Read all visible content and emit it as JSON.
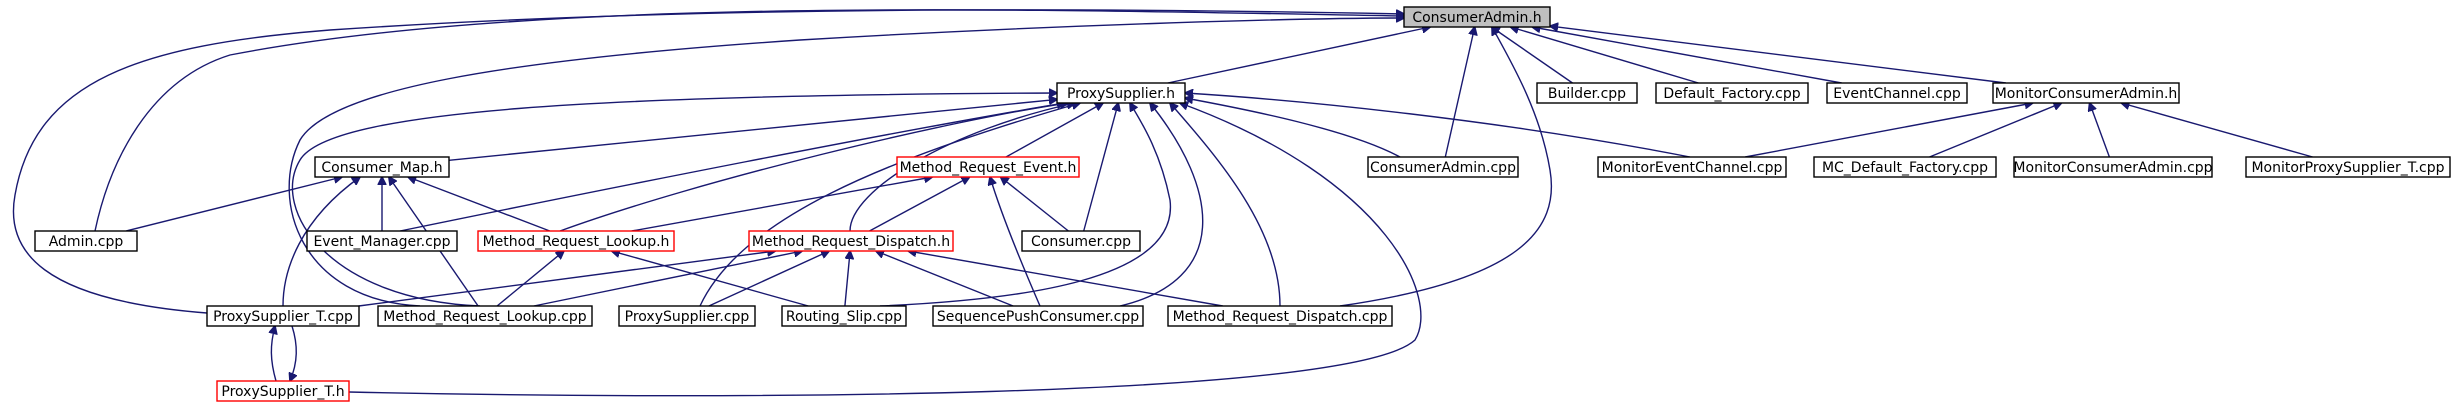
{
  "colors": {
    "edge": "#191970",
    "root_fill": "#bfbfbf",
    "incomplete_border": "#ff0000"
  },
  "nodes": [
    {
      "id": "consumeradmin_h",
      "label": "ConsumerAdmin.h",
      "root": true
    },
    {
      "id": "proxysupplier_h",
      "label": "ProxySupplier.h"
    },
    {
      "id": "builder_cpp",
      "label": "Builder.cpp"
    },
    {
      "id": "default_factory_cpp",
      "label": "Default_Factory.cpp"
    },
    {
      "id": "eventchannel_cpp",
      "label": "EventChannel.cpp"
    },
    {
      "id": "monitorconsumeradmin_h",
      "label": "MonitorConsumerAdmin.h"
    },
    {
      "id": "consumer_map_h",
      "label": "Consumer_Map.h"
    },
    {
      "id": "method_request_event_h",
      "label": "Method_Request_Event.h",
      "incomplete": true
    },
    {
      "id": "consumeradmin_cpp",
      "label": "ConsumerAdmin.cpp"
    },
    {
      "id": "monitoreventchannel_cpp",
      "label": "MonitorEventChannel.cpp"
    },
    {
      "id": "mc_default_factory_cpp",
      "label": "MC_Default_Factory.cpp"
    },
    {
      "id": "monitorconsumeradmin_cpp",
      "label": "MonitorConsumerAdmin.cpp"
    },
    {
      "id": "monitorproxysupplier_t_cpp",
      "label": "MonitorProxySupplier_T.cpp"
    },
    {
      "id": "admin_cpp",
      "label": "Admin.cpp"
    },
    {
      "id": "event_manager_cpp",
      "label": "Event_Manager.cpp"
    },
    {
      "id": "method_request_lookup_h",
      "label": "Method_Request_Lookup.h",
      "incomplete": true
    },
    {
      "id": "method_request_dispatch_h",
      "label": "Method_Request_Dispatch.h",
      "incomplete": true
    },
    {
      "id": "consumer_cpp",
      "label": "Consumer.cpp"
    },
    {
      "id": "proxysupplier_t_cpp",
      "label": "ProxySupplier_T.cpp"
    },
    {
      "id": "method_request_lookup_cpp",
      "label": "Method_Request_Lookup.cpp"
    },
    {
      "id": "proxysupplier_cpp",
      "label": "ProxySupplier.cpp"
    },
    {
      "id": "routing_slip_cpp",
      "label": "Routing_Slip.cpp"
    },
    {
      "id": "sequencepushconsumer_cpp",
      "label": "SequencePushConsumer.cpp"
    },
    {
      "id": "method_request_dispatch_cpp",
      "label": "Method_Request_Dispatch.cpp"
    },
    {
      "id": "proxysupplier_t_h",
      "label": "ProxySupplier_T.h",
      "incomplete": true
    }
  ],
  "edges": [
    {
      "from": "proxysupplier_h",
      "to": "consumeradmin_h"
    },
    {
      "from": "builder_cpp",
      "to": "consumeradmin_h"
    },
    {
      "from": "default_factory_cpp",
      "to": "consumeradmin_h"
    },
    {
      "from": "eventchannel_cpp",
      "to": "consumeradmin_h"
    },
    {
      "from": "monitorconsumeradmin_h",
      "to": "consumeradmin_h"
    },
    {
      "from": "consumeradmin_cpp",
      "to": "consumeradmin_h"
    },
    {
      "from": "admin_cpp",
      "to": "consumeradmin_h"
    },
    {
      "from": "method_request_dispatch_cpp",
      "to": "consumeradmin_h"
    },
    {
      "from": "proxysupplier_t_cpp",
      "to": "consumeradmin_h"
    },
    {
      "from": "method_request_lookup_cpp",
      "to": "consumeradmin_h"
    },
    {
      "from": "consumer_map_h",
      "to": "proxysupplier_h"
    },
    {
      "from": "method_request_event_h",
      "to": "proxysupplier_h"
    },
    {
      "from": "consumeradmin_cpp",
      "to": "proxysupplier_h"
    },
    {
      "from": "monitoreventchannel_cpp",
      "to": "proxysupplier_h"
    },
    {
      "from": "event_manager_cpp",
      "to": "proxysupplier_h"
    },
    {
      "from": "method_request_lookup_h",
      "to": "proxysupplier_h"
    },
    {
      "from": "method_request_dispatch_h",
      "to": "proxysupplier_h"
    },
    {
      "from": "consumer_cpp",
      "to": "proxysupplier_h"
    },
    {
      "from": "proxysupplier_cpp",
      "to": "proxysupplier_h"
    },
    {
      "from": "routing_slip_cpp",
      "to": "proxysupplier_h"
    },
    {
      "from": "sequencepushconsumer_cpp",
      "to": "proxysupplier_h"
    },
    {
      "from": "method_request_dispatch_cpp",
      "to": "proxysupplier_h"
    },
    {
      "from": "proxysupplier_t_h",
      "to": "proxysupplier_h"
    },
    {
      "from": "method_request_lookup_cpp",
      "to": "proxysupplier_h"
    },
    {
      "from": "monitoreventchannel_cpp",
      "to": "monitorconsumeradmin_h"
    },
    {
      "from": "mc_default_factory_cpp",
      "to": "monitorconsumeradmin_h"
    },
    {
      "from": "monitorconsumeradmin_cpp",
      "to": "monitorconsumeradmin_h"
    },
    {
      "from": "monitorproxysupplier_t_cpp",
      "to": "monitorconsumeradmin_h"
    },
    {
      "from": "admin_cpp",
      "to": "consumer_map_h"
    },
    {
      "from": "event_manager_cpp",
      "to": "consumer_map_h"
    },
    {
      "from": "method_request_lookup_h",
      "to": "consumer_map_h"
    },
    {
      "from": "proxysupplier_t_cpp",
      "to": "consumer_map_h"
    },
    {
      "from": "method_request_lookup_cpp",
      "to": "consumer_map_h"
    },
    {
      "from": "method_request_lookup_h",
      "to": "method_request_event_h"
    },
    {
      "from": "method_request_dispatch_h",
      "to": "method_request_event_h"
    },
    {
      "from": "consumer_cpp",
      "to": "method_request_event_h"
    },
    {
      "from": "sequencepushconsumer_cpp",
      "to": "method_request_event_h"
    },
    {
      "from": "method_request_lookup_cpp",
      "to": "method_request_lookup_h"
    },
    {
      "from": "routing_slip_cpp",
      "to": "method_request_lookup_h"
    },
    {
      "from": "proxysupplier_t_cpp",
      "to": "method_request_dispatch_h"
    },
    {
      "from": "method_request_lookup_cpp",
      "to": "method_request_dispatch_h"
    },
    {
      "from": "proxysupplier_cpp",
      "to": "method_request_dispatch_h"
    },
    {
      "from": "routing_slip_cpp",
      "to": "method_request_dispatch_h"
    },
    {
      "from": "sequencepushconsumer_cpp",
      "to": "method_request_dispatch_h"
    },
    {
      "from": "method_request_dispatch_cpp",
      "to": "method_request_dispatch_h"
    },
    {
      "from": "proxysupplier_t_h",
      "to": "proxysupplier_t_cpp"
    },
    {
      "from": "proxysupplier_t_cpp",
      "to": "proxysupplier_t_h"
    }
  ]
}
